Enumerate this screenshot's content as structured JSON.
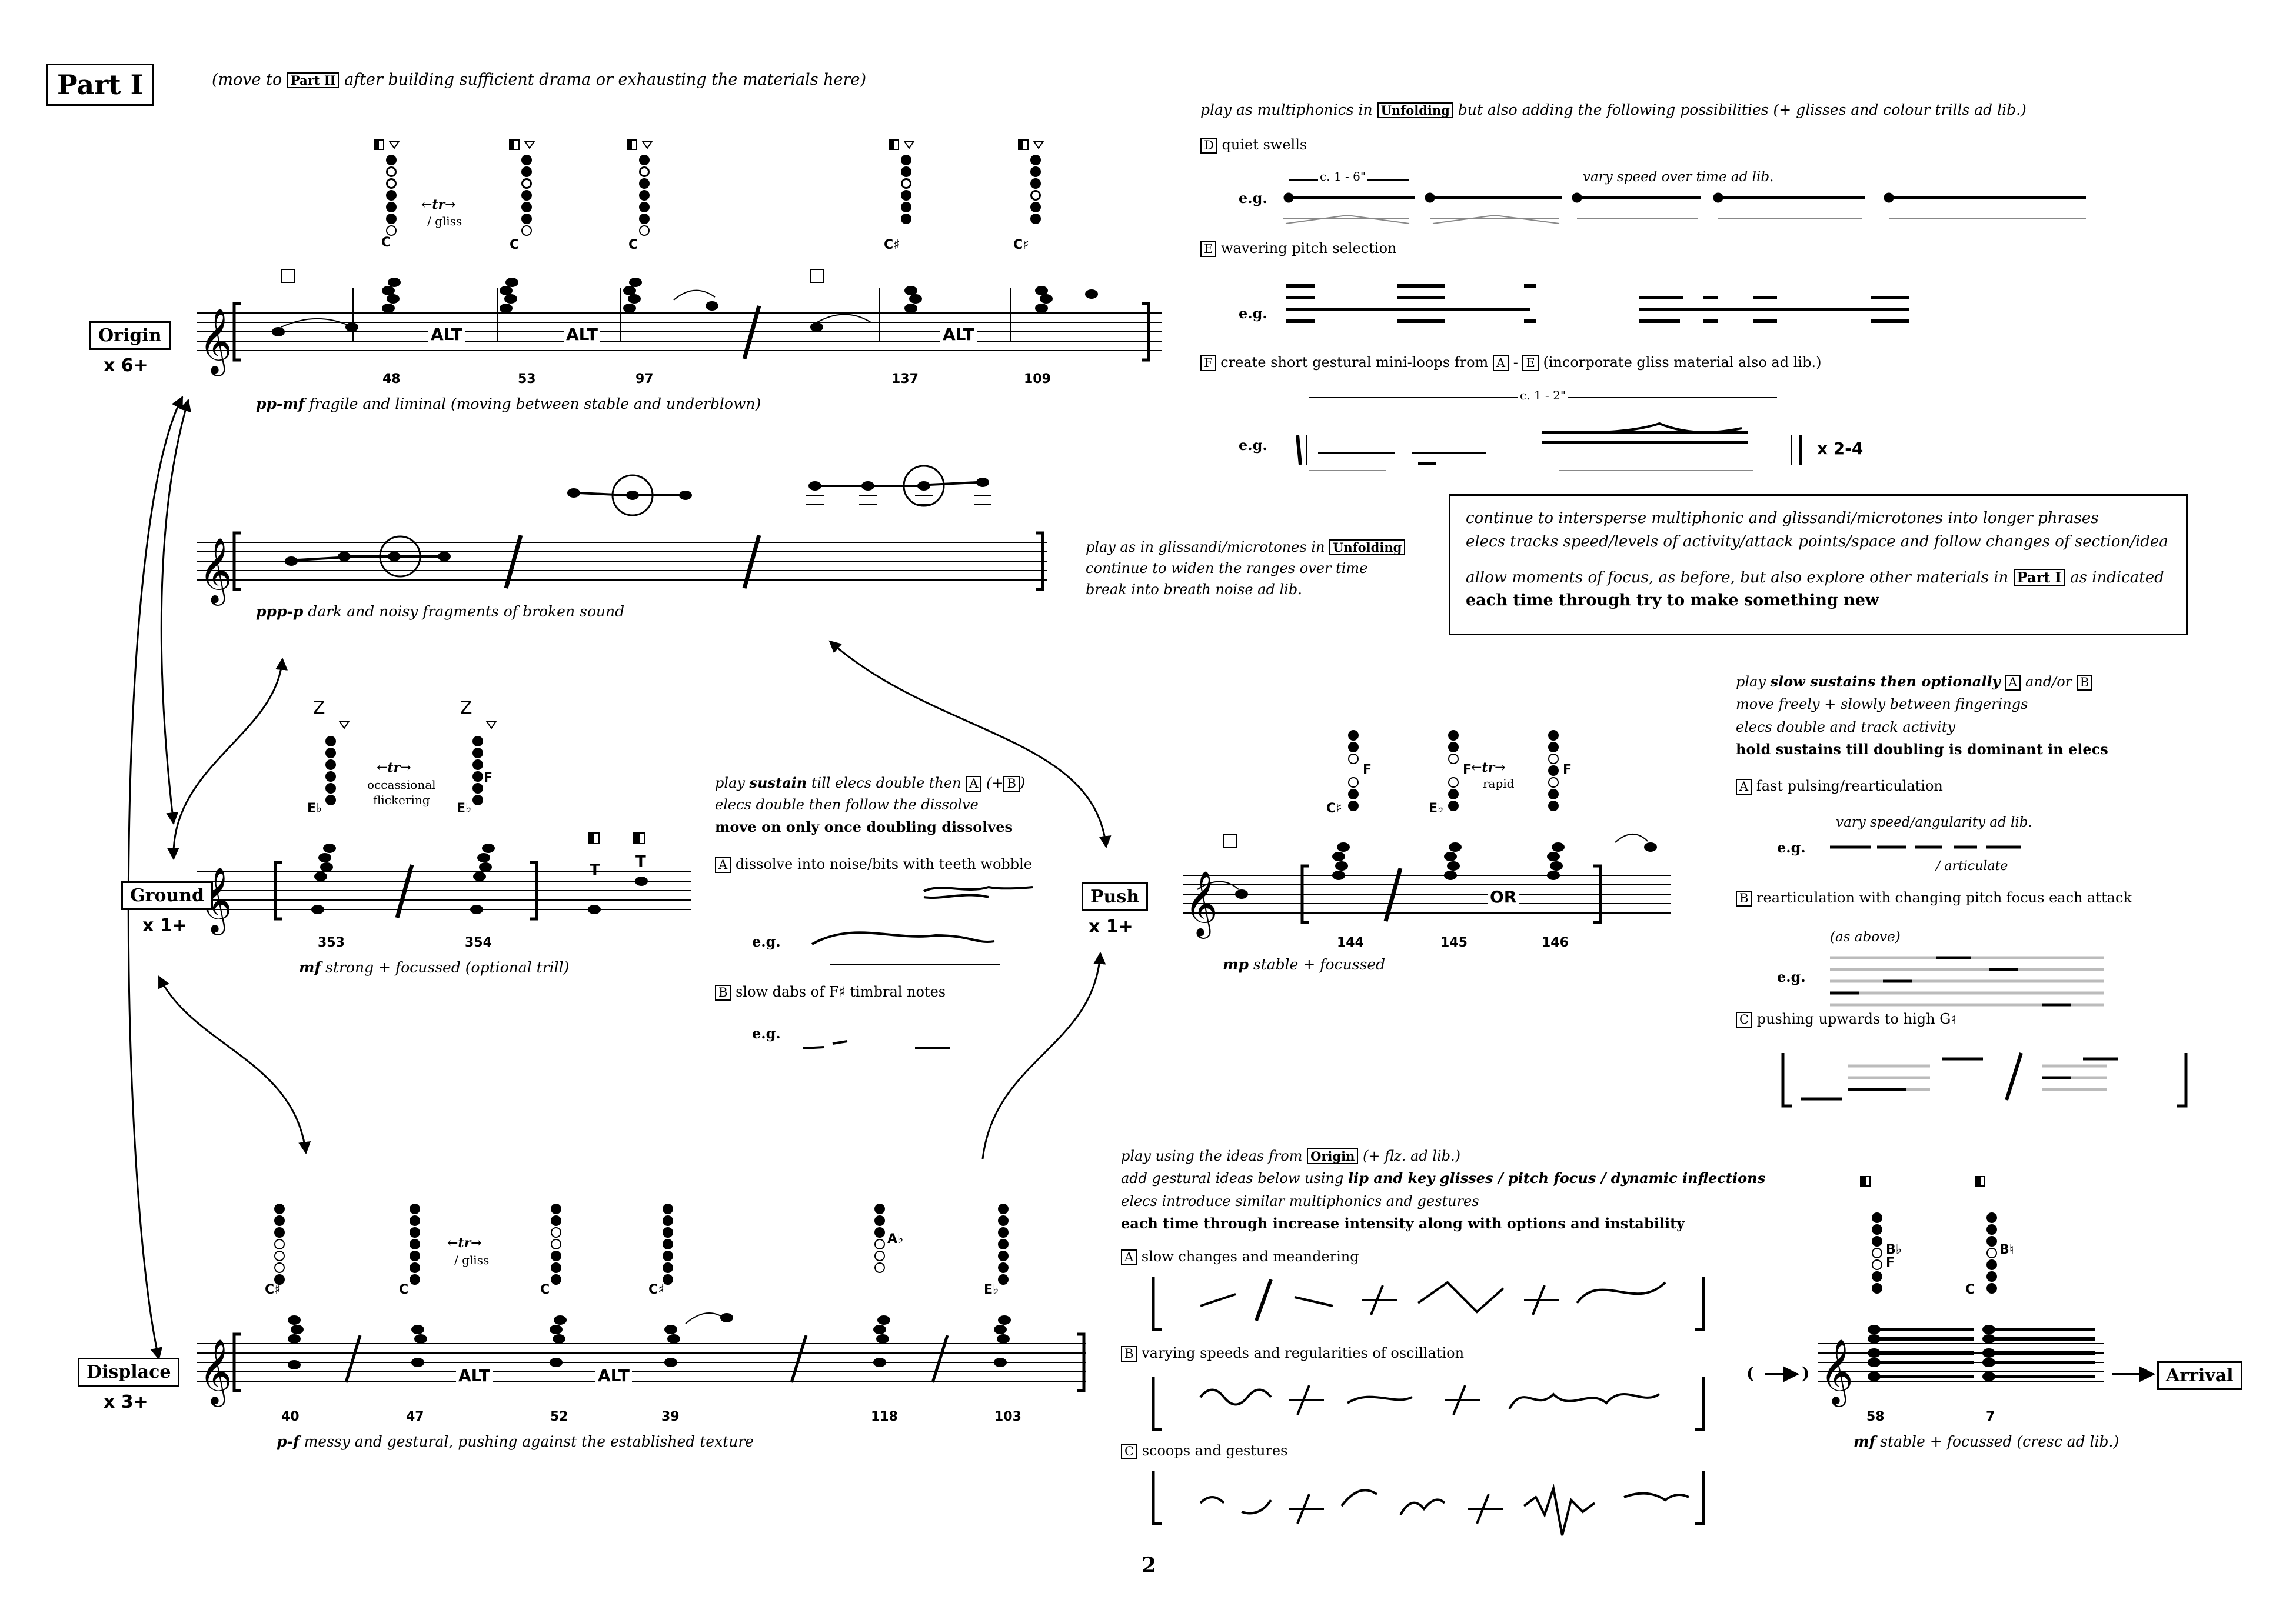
{
  "page": {
    "part_label": "Part I",
    "header_note": {
      "pre": "(move to",
      "box": "Part II",
      "post": "after building sufficient drama or exhausting the materials here)"
    },
    "page_number": "2"
  },
  "sections": {
    "origin": {
      "label": "Origin",
      "repeat": "x 6+",
      "dynamic": "pp-mf",
      "desc": "fragile and liminal (moving between stable and underblown)",
      "numbers": [
        "48",
        "53",
        "97",
        "137",
        "109"
      ],
      "alt": "ALT",
      "trill": "←tr→",
      "trill_sub": "/ gliss",
      "fingerings": [
        "C",
        "C",
        "C",
        "C♯",
        "C♯"
      ]
    },
    "noise": {
      "dynamic": "ppp-p",
      "desc": "dark and noisy fragments of broken sound",
      "note_l1_pre": "play as in glissandi/microtones in",
      "note_l1_box": "Unfolding",
      "note_l2": "continue to widen the ranges over time",
      "note_l3": "break into breath noise ad lib."
    },
    "ground": {
      "label": "Ground",
      "repeat": "x 1+",
      "dynamic": "mf",
      "desc": "strong + focussed (optional trill)",
      "numbers": [
        "353",
        "354"
      ],
      "trill": "←tr→",
      "trill_sub1": "occassional",
      "trill_sub2": "flickering",
      "fingerings": [
        "E♭",
        "E♭"
      ],
      "fing_extra": "F",
      "z": "Z",
      "t": "T"
    },
    "push": {
      "label": "Push",
      "repeat": "x 1+",
      "dynamic": "mp",
      "desc": "stable + focussed",
      "numbers": [
        "144",
        "145",
        "146"
      ],
      "or": "OR",
      "trill": "←tr→",
      "trill_sub": "rapid",
      "fingerings": [
        "C♯",
        "E♭"
      ],
      "fing_f": "F"
    },
    "displace": {
      "label": "Displace",
      "repeat": "x 3+",
      "dynamic": "p-f",
      "desc": "messy and gestural, pushing against the established texture",
      "numbers": [
        "40",
        "47",
        "52",
        "39",
        "118",
        "103"
      ],
      "alt": "ALT",
      "trill": "←tr→",
      "trill_sub": "/ gliss",
      "fingerings": [
        "C♯",
        "C",
        "C",
        "C♯",
        "E♭"
      ],
      "fing_extra": "A♭"
    },
    "arrival": {
      "label": "Arrival",
      "dynamic": "mf",
      "desc": "stable + focussed (cresc ad lib.)",
      "numbers": [
        "58",
        "7"
      ],
      "fingerings": [
        "B♭",
        "F",
        "C",
        "B♮"
      ]
    }
  },
  "unfolding_panel": {
    "intro_pre": "play as multiphonics in",
    "intro_box": "Unfolding",
    "intro_post": "but also adding the following possibilities (+ glisses and colour trills ad lib.)",
    "D": {
      "letter": "D",
      "label": "quiet swells",
      "eg": "e.g.",
      "dur": "c. 1 - 6\"",
      "note": "vary speed over time ad lib."
    },
    "E": {
      "letter": "E",
      "label": "wavering pitch selection",
      "eg": "e.g."
    },
    "F": {
      "letter": "F",
      "label_pre": "create short gestural mini-loops from",
      "box1": "A",
      "dash": "-",
      "box2": "E",
      "label_post": "(incorporate gliss material also ad lib.)",
      "eg": "e.g.",
      "dur": "c. 1 - 2\"",
      "repeat": "x 2-4"
    }
  },
  "intersperse_box": {
    "l1": "continue to intersperse multiphonic and glissandi/microtones into longer phrases",
    "l2": "elecs tracks speed/levels of activity/attack points/space and follow changes of section/idea",
    "l3_pre": "allow moments of focus, as before, but also explore other materials in",
    "l3_box": "Part I",
    "l3_post": "as indicated",
    "l4": "each time through try to make something new"
  },
  "sustain_panel": {
    "l1_pre": "play",
    "l1_bold": "sustain",
    "l1_mid": "till elecs double then",
    "box_a": "A",
    "plus": "(+",
    "box_b": "B",
    "close": ")",
    "l2": "elecs double then follow the dissolve",
    "l3": "move on only once doubling dissolves",
    "A": {
      "letter": "A",
      "label": "dissolve into noise/bits with teeth wobble",
      "eg": "e.g."
    },
    "B": {
      "letter": "B",
      "label": "slow dabs of F♯ timbral notes",
      "eg": "e.g."
    }
  },
  "slow_panel": {
    "l1_pre": "play",
    "l1_bold": "slow sustains then optionally",
    "box_a": "A",
    "and": "and/or",
    "box_b": "B",
    "l2": "move freely + slowly between fingerings",
    "l3": "elecs double and track activity",
    "l4": "hold sustains till doubling is dominant in elecs",
    "A": {
      "letter": "A",
      "label": "fast pulsing/rearticulation",
      "note": "vary speed/angularity ad lib.",
      "eg": "e.g.",
      "art": "/ articulate"
    },
    "B": {
      "letter": "B",
      "label": "rearticulation with changing pitch focus each attack",
      "note": "(as above)",
      "eg": "e.g."
    },
    "C": {
      "letter": "C",
      "label": "pushing upwards to high G♮"
    }
  },
  "origin_ideas_panel": {
    "l1_pre": "play using the ideas from",
    "l1_box": "Origin",
    "l1_post": "(+ flz. ad lib.)",
    "l2_pre": "add gestural ideas below using",
    "l2_bold": "lip and key glisses / pitch focus / dynamic inflections",
    "l3": "elecs introduce similar multiphonics and gestures",
    "l4": "each time through increase intensity along with options and instability",
    "A": {
      "letter": "A",
      "label": "slow changes and meandering"
    },
    "B": {
      "letter": "B",
      "label": "varying speeds and regularities of oscillation"
    },
    "C": {
      "letter": "C",
      "label": "scoops and gestures"
    }
  }
}
